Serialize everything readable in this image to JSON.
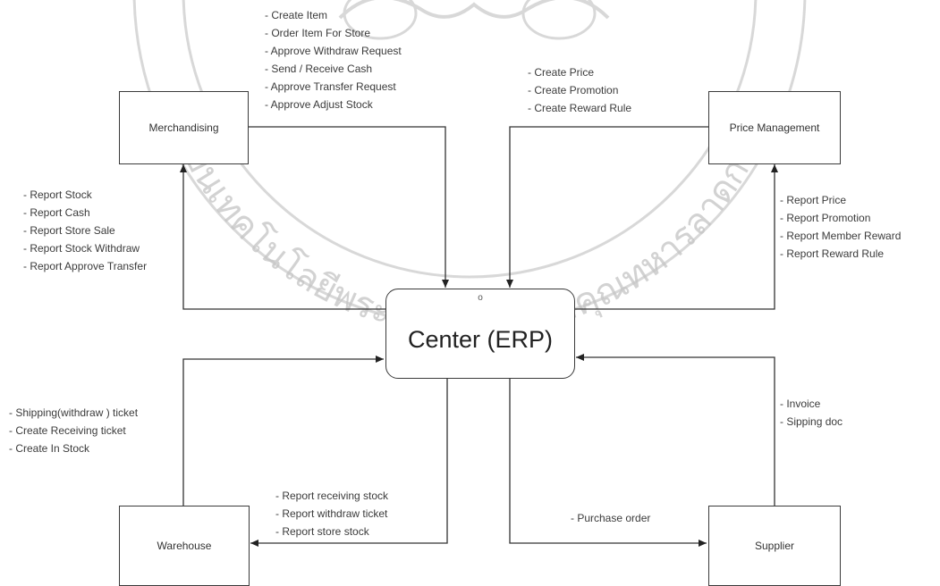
{
  "nodes": {
    "center": {
      "label": "Center (ERP)",
      "port": "o"
    },
    "merchandising": {
      "label": "Merchandising"
    },
    "price_management": {
      "label": "Price Management"
    },
    "warehouse": {
      "label": "Warehouse"
    },
    "supplier": {
      "label": "Supplier"
    }
  },
  "edges": {
    "merchandising_to_center": [
      "- Create Item",
      "- Order Item For Store",
      "- Approve Withdraw Request",
      "- Send / Receive Cash",
      "- Approve Transfer Request",
      "- Approve Adjust Stock"
    ],
    "price_to_center": [
      "- Create Price",
      "- Create Promotion",
      "- Create Reward Rule"
    ],
    "center_to_merchandising": [
      "- Report Stock",
      "- Report Cash",
      "- Report Store Sale",
      "- Report Stock Withdraw",
      "- Report Approve Transfer"
    ],
    "center_to_price": [
      "- Report Price",
      "- Report Promotion",
      "- Report Member Reward",
      "- Report Reward Rule"
    ],
    "warehouse_to_center": [
      "- Shipping(withdraw ) ticket",
      "- Create Receiving ticket",
      "- Create In Stock"
    ],
    "center_to_warehouse": [
      "- Report receiving stock",
      "- Report withdraw ticket",
      "- Report store stock"
    ],
    "center_to_supplier": [
      "- Purchase order"
    ],
    "supplier_to_center": [
      "- Invoice",
      "- Sipping doc"
    ]
  },
  "watermark": {
    "text": "สถาบันเทคโนโลยีพระจอมเกล้าเจ้าคุณทหารลาดกระบัง",
    "color": "#bdbdbd"
  }
}
